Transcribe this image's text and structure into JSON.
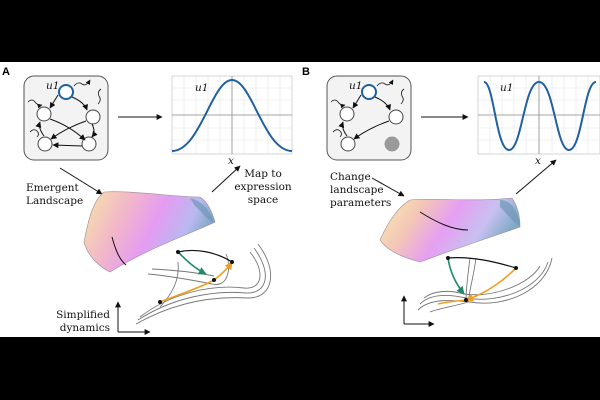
{
  "panels": [
    {
      "label": "A",
      "network_label": "u1",
      "plot_y_label": "u1",
      "plot_x_label": "x",
      "plot_curve": "single-peak",
      "caption_left": [
        "Emergent",
        "Landscape"
      ],
      "caption_right": [
        "Map to",
        "expression",
        "space"
      ],
      "caption_bottom": [
        "Simplified",
        "dynamics"
      ]
    },
    {
      "label": "B",
      "network_label": "u1",
      "plot_y_label": "u1",
      "plot_x_label": "x",
      "plot_curve": "oscillating",
      "caption_left": [
        "Change",
        "landscape",
        "parameters"
      ]
    }
  ],
  "colors": {
    "curve": "#1f5fa3",
    "node_highlight": "#1f5fa3",
    "gray_node": "#9a9a9a",
    "green_path": "#1e8a6c",
    "orange_path": "#f0a020",
    "black_path": "#111111",
    "panel_bg": "#f3f3f3"
  }
}
